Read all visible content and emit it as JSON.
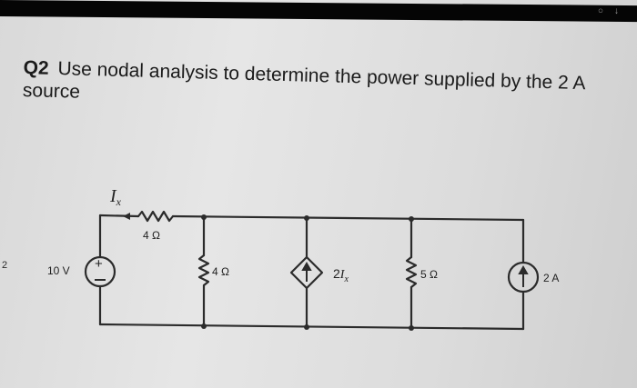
{
  "question": {
    "number": "Q2",
    "text": "Use nodal analysis to determine the power supplied by the 2 A source"
  },
  "circuit": {
    "current_label_main": "I",
    "current_label_sub": "x",
    "series_resistor_label": "4 Ω",
    "voltage_source_label": "10 V",
    "voltage_source_polarity": "+",
    "shunt_resistor_1_label": "4 Ω",
    "dependent_source_coeff": "2",
    "dependent_source_var": "I",
    "dependent_source_sub": "x",
    "shunt_resistor_2_label": "5 Ω",
    "current_source_label": "2 A"
  },
  "edge_mark": "2"
}
